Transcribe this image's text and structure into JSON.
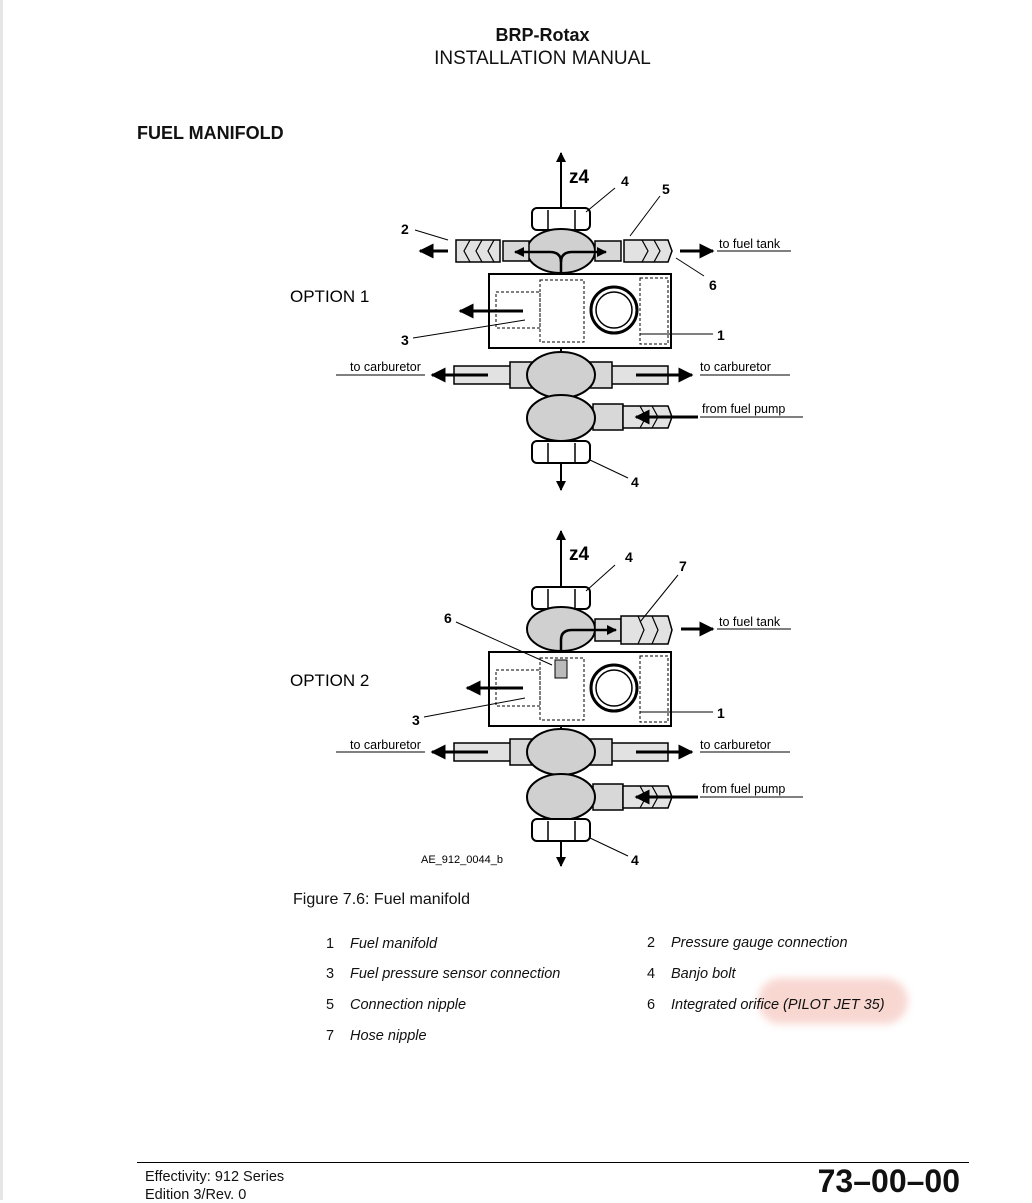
{
  "header": {
    "brand": "BRP-Rotax",
    "subtitle": "INSTALLATION MANUAL"
  },
  "section_title": "FUEL MANIFOLD",
  "option1": {
    "label": "OPTION 1",
    "axis": "z4",
    "callouts": [
      "1",
      "2",
      "3",
      "4",
      "5",
      "6"
    ],
    "to_fuel_tank": "to fuel tank",
    "to_carburetor_left": "to carburetor",
    "to_carburetor_right": "to carburetor",
    "from_fuel_pump": "from fuel pump"
  },
  "option2": {
    "label": "OPTION 2",
    "axis": "z4",
    "callouts": [
      "1",
      "3",
      "4",
      "6",
      "7"
    ],
    "to_fuel_tank": "to fuel tank",
    "to_carburetor_left": "to carburetor",
    "to_carburetor_right": "to carburetor",
    "from_fuel_pump": "from fuel pump",
    "figure_code": "AE_912_0044_b"
  },
  "caption": "Figure 7.6: Fuel manifold",
  "legend": [
    {
      "num": "1",
      "text": "Fuel manifold"
    },
    {
      "num": "2",
      "text": "Pressure gauge connection"
    },
    {
      "num": "3",
      "text": "Fuel pressure sensor connection"
    },
    {
      "num": "4",
      "text": "Banjo bolt"
    },
    {
      "num": "5",
      "text": "Connection nipple"
    },
    {
      "num": "6",
      "text": "Integrated orifice (PILOT JET 35)"
    },
    {
      "num": "7",
      "text": "Hose nipple"
    }
  ],
  "footer": {
    "effectivity": "Effectivity: 912 Series",
    "edition": "Edition 3/Rev. 0",
    "page_code": "73–00–00"
  }
}
